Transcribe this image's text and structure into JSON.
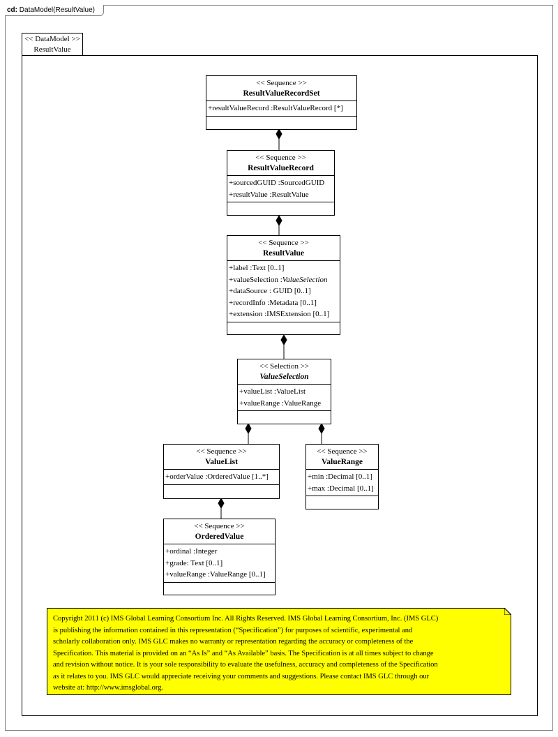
{
  "diagram": {
    "frame_kind": "cd:",
    "frame_title": "DataModel(ResultValue)",
    "package": {
      "stereotype": "<< DataModel >>",
      "name": "ResultValue"
    }
  },
  "classes": {
    "result_value_record_set": {
      "stereotype": "<< Sequence >>",
      "name": "ResultValueRecordSet",
      "attrs": [
        "+resultValueRecord  :ResultValueRecord  [*]"
      ]
    },
    "result_value_record": {
      "stereotype": "<< Sequence >>",
      "name": "ResultValueRecord",
      "attrs": [
        "+sourcedGUID :SourcedGUID",
        "+resultValue  :ResultValue"
      ]
    },
    "result_value": {
      "stereotype": "<< Sequence >>",
      "name": "ResultValue",
      "attrs": [
        "+label :Text [0..1]",
        "+valueSelection  :",
        "+dataSource : GUID [0..1]",
        "+recordInfo :Metadata [0..1]",
        "+extension  :IMSExtension  [0..1]"
      ],
      "attr_italic_type": "ValueSelection"
    },
    "value_selection": {
      "stereotype": "<< Selection  >>",
      "name": "ValueSelection",
      "attrs": [
        "+valueList  :ValueList",
        "+valueRange  :ValueRange"
      ]
    },
    "value_list": {
      "stereotype": "<< Sequence >>",
      "name": "ValueList",
      "attrs": [
        "+orderValue :OrderedValue [1..*]"
      ]
    },
    "value_range": {
      "stereotype": "<< Sequence >>",
      "name": "ValueRange",
      "attrs": [
        "+min :Decimal [0..1]",
        "+max :Decimal [0..1]"
      ]
    },
    "ordered_value": {
      "stereotype": "<< Sequence >>",
      "name": "OrderedValue",
      "attrs": [
        "+ordinal :Integer",
        "+grade: Text [0..1]",
        "+valueRange  :ValueRange [0..1]"
      ]
    }
  },
  "note": {
    "lines": [
      "Copyright  2011 (c) IMS Global Learning Consortium Inc.  All Rights Reserved.  IMS Global Learning Consortium, Inc. (IMS GLC)",
      "is publishing the information contained in this representation (“Specification”) for purposes of scientific, experimental and",
      "scholarly collaboration only.  IMS GLC makes no warranty or representation regarding  the accuracy or completeness of the",
      "Specification.  This material is provided on an “As Is” and “As Available” basis.  The Specification is at all times subject to change",
      "and revision without notice.  It is your sole responsibility to evaluate the usefulness, accuracy and completeness of the Specification",
      "as it relates to you.  IMS GLC would appreciate receiving your comments and suggestions.  Please contact IMS GLC through our",
      "website at: http://www.imsglobal.org."
    ],
    "color": "#ffff00"
  }
}
